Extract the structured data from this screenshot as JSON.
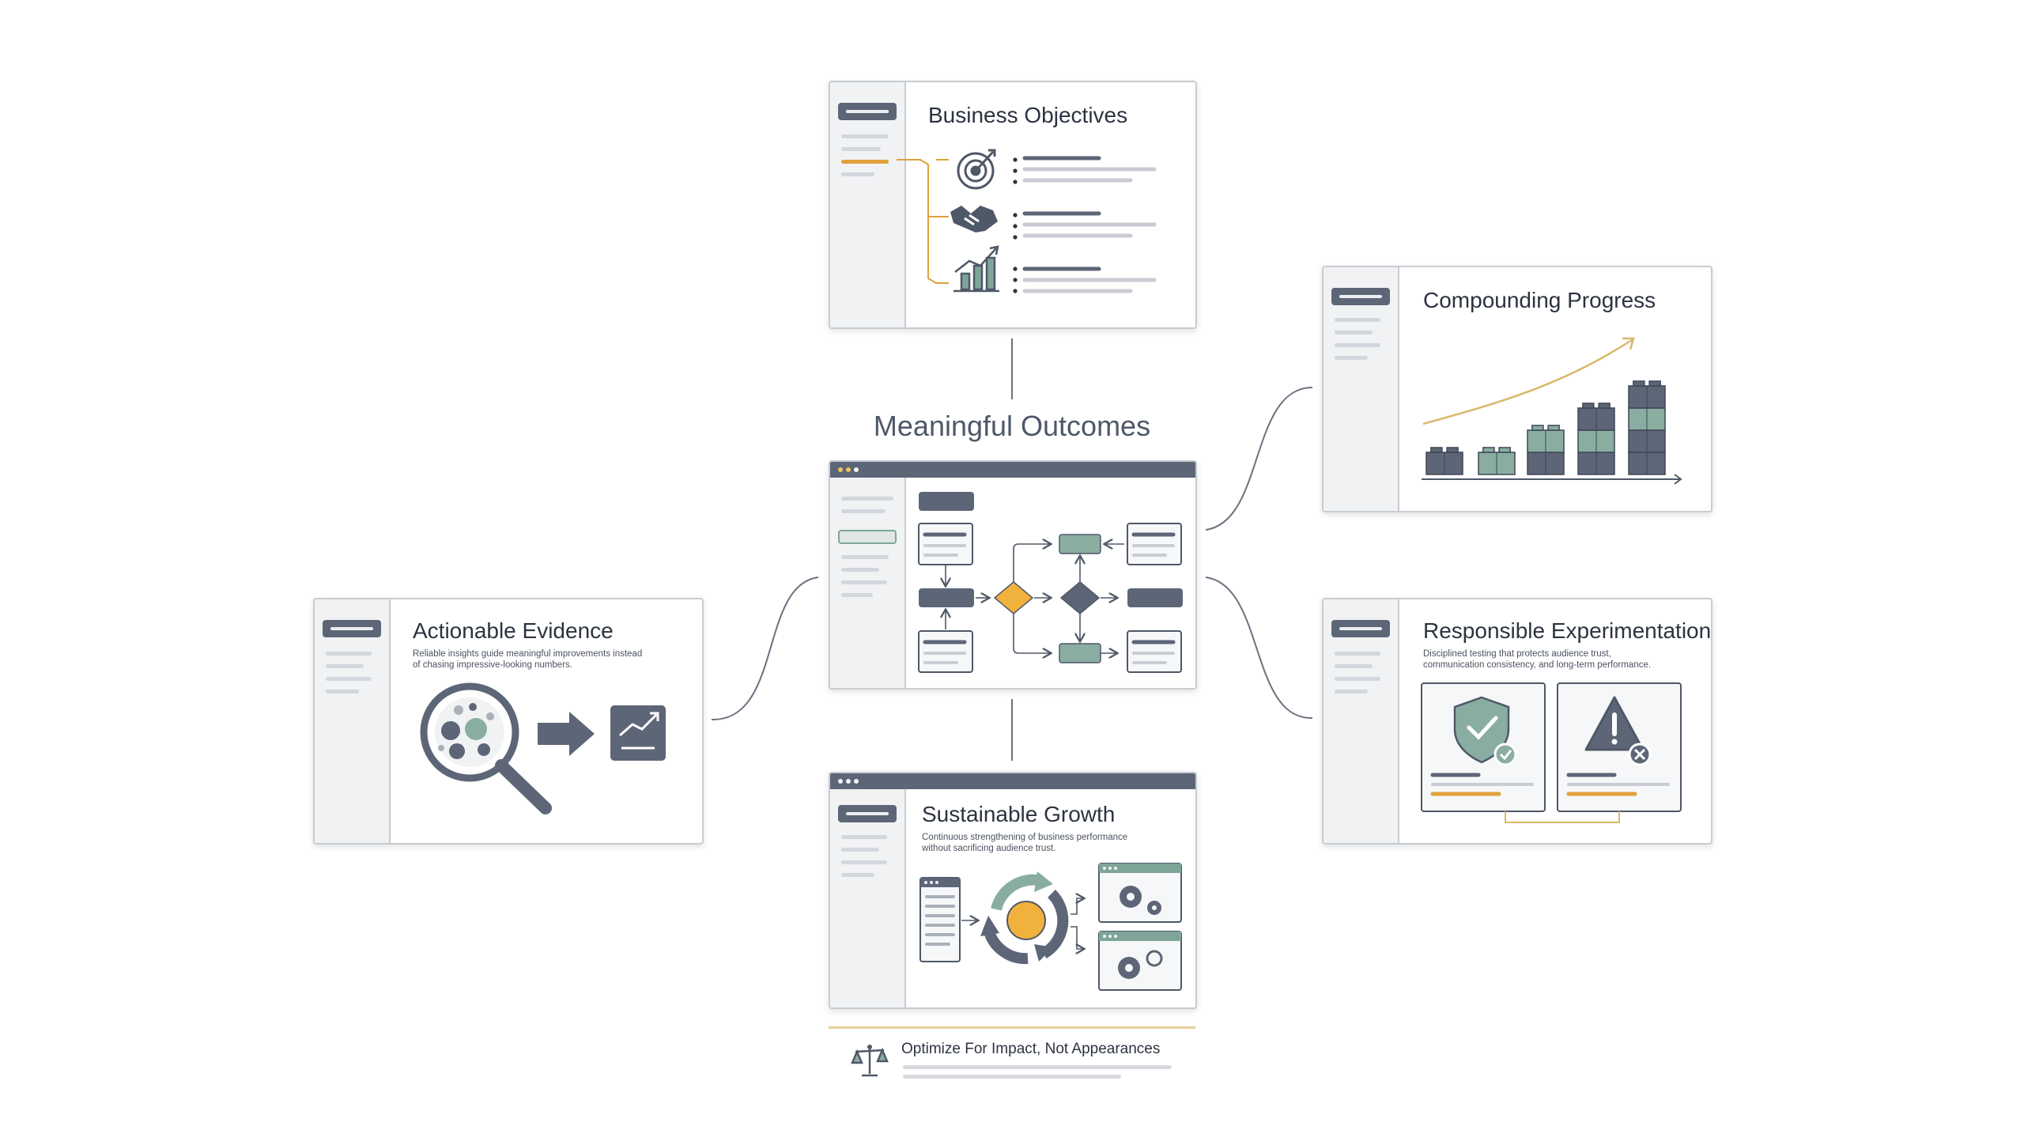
{
  "diagram": {
    "center_title": "Meaningful Outcomes",
    "cards": {
      "business_objectives": {
        "title": "Business Objectives"
      },
      "compounding_progress": {
        "title": "Compounding Progress"
      },
      "actionable_evidence": {
        "title": "Actionable Evidence",
        "subtitle_line1": "Reliable insights guide meaningful improvements instead",
        "subtitle_line2": "of chasing impressive-looking numbers."
      },
      "responsible_experimentation": {
        "title": "Responsible Experimentation",
        "subtitle_line1": "Disciplined testing that protects audience trust,",
        "subtitle_line2": "communication consistency, and long-term performance."
      },
      "sustainable_growth": {
        "title": "Sustainable Growth",
        "subtitle_line1": "Continuous strengthening of business performance",
        "subtitle_line2": "without sacrificing audience trust."
      }
    },
    "footer": {
      "text": "Optimize For Impact, Not Appearances"
    },
    "colors": {
      "slate": "#5d6677",
      "sage": "#7fa59a",
      "amber": "#e0a13b",
      "gold_line": "#d9b86a",
      "border": "#c8ccd2",
      "panel": "#f1f2f4",
      "connector": "#6b7280"
    },
    "icons": [
      "target-icon",
      "handshake-icon",
      "growth-chart-icon",
      "magnifier-icon",
      "arrow-right-icon",
      "trend-chart-icon",
      "shield-check-icon",
      "warning-icon",
      "cycle-icon",
      "gears-icon",
      "balance-scale-icon",
      "stacked-blocks-icon",
      "flowchart-icon"
    ]
  }
}
